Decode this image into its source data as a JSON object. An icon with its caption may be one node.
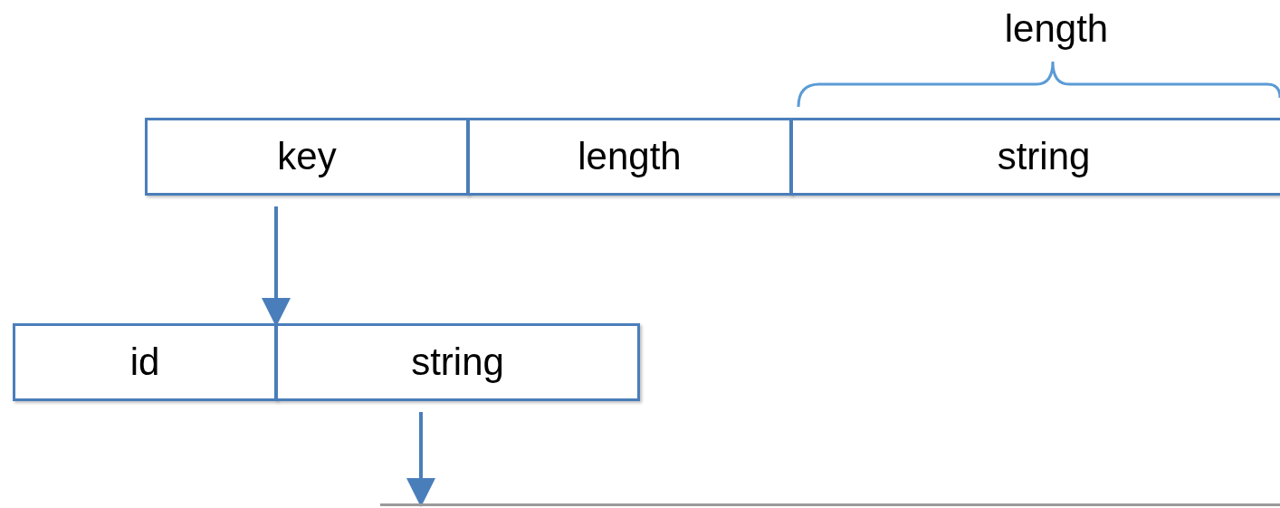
{
  "diagram": {
    "nodes": [
      {
        "text": [
          "key"
        ]
      },
      {
        "text": [
          "length"
        ]
      },
      {
        "text": [
          "string"
        ]
      },
      {
        "text": [
          "id"
        ]
      },
      {
        "text": [
          "string"
        ]
      },
      {
        "text": [],
        "shape": "bar"
      }
    ],
    "edges": [
      {
        "from": 0,
        "to": 3,
        "arrow": "to"
      },
      {
        "from": 4,
        "to": 5,
        "arrow": "to"
      }
    ],
    "labels": [
      "length"
    ]
  }
}
